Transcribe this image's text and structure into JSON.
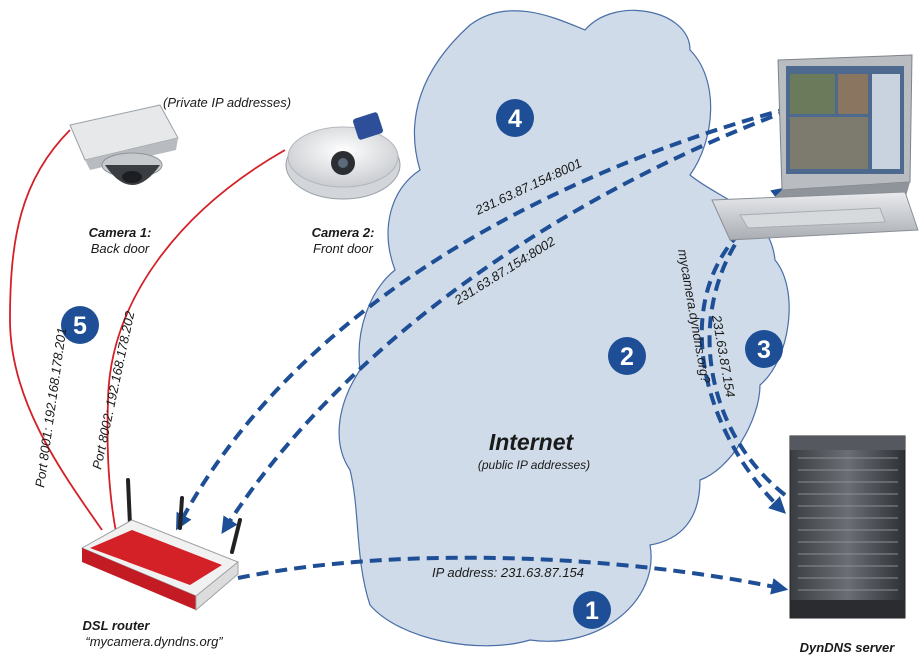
{
  "labels": {
    "private_ip": "(Private IP addresses)",
    "camera1_name": "Camera 1:",
    "camera1_desc": "Back door",
    "camera2_name": "Camera 2:",
    "camera2_desc": "Front door",
    "port_cam1": "Port 8001: 192.168.178.201",
    "port_cam2": "Port 8002: 192.168.178.202",
    "router_name": "DSL router",
    "router_host": "“mycamera.dyndns.org”",
    "internet_title": "Internet",
    "internet_sub": "(public IP addresses)",
    "ip_address": "IP address: 231.63.87.154",
    "addr_8001": "231.63.87.154:8001",
    "addr_8002": "231.63.87.154:8002",
    "dns_query": "mycamera.dyndns.org?",
    "dns_reply": "231.63.87.154",
    "server_name": "DynDNS server"
  },
  "steps": [
    "1",
    "2",
    "3",
    "4",
    "5"
  ],
  "colors": {
    "cloud_fill": "#cfdbe8",
    "cloud_stroke": "#4a6ea8",
    "arrow": "#1e4f96",
    "badge": "#1e4f96",
    "cable": "#d42027"
  },
  "icons": [
    "camera-dome-icon",
    "camera-fisheye-icon",
    "router-icon",
    "laptop-icon",
    "server-icon"
  ]
}
